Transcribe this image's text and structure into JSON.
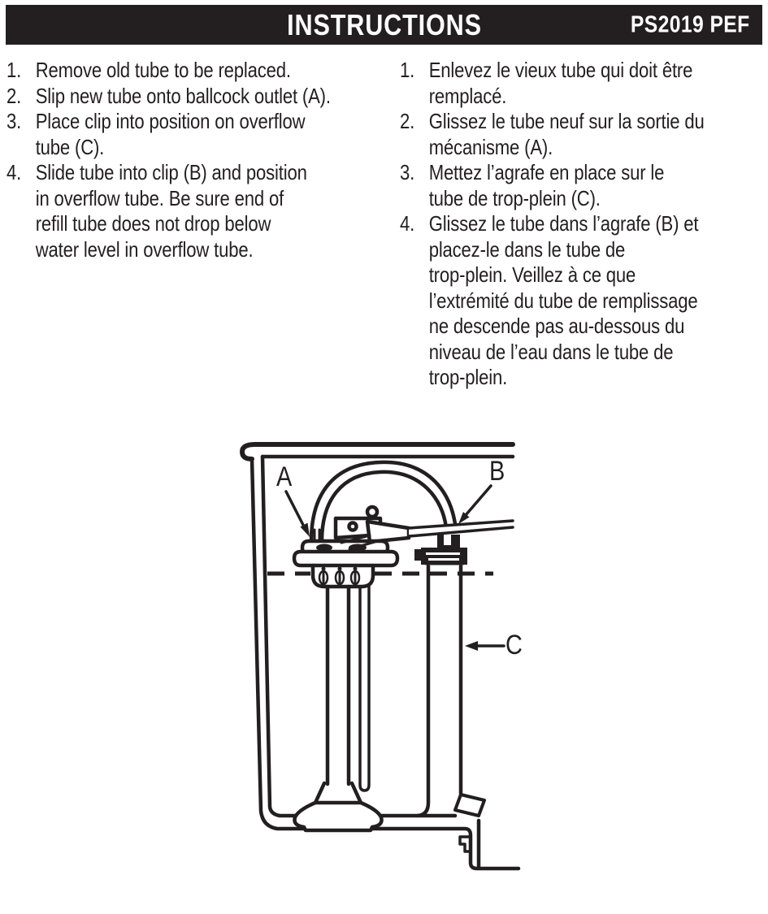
{
  "header": {
    "title": "INSTRUCTIONS",
    "model": "PS2019 PEF"
  },
  "instructions_en": [
    {
      "num": "1.",
      "text": "Remove old tube to be replaced."
    },
    {
      "num": "2.",
      "text": "Slip new tube onto ballcock outlet (A)."
    },
    {
      "num": "3.",
      "text": "Place clip into position on overflow\ntube (C)."
    },
    {
      "num": "4.",
      "text": "Slide tube into clip (B) and position\nin overflow tube. Be sure end of\nrefill tube does not drop below\nwater level in overflow tube."
    }
  ],
  "instructions_fr": [
    {
      "num": "1.",
      "text": "Enlevez le vieux tube qui doit être\nremplacé."
    },
    {
      "num": "2.",
      "text": "Glissez le tube neuf sur la sortie du\nmécanisme (A)."
    },
    {
      "num": "3.",
      "text": "Mettez l’agrafe en place sur le\ntube de trop-plein (C)."
    },
    {
      "num": "4.",
      "text": "Glissez le tube dans l’agrafe (B) et\nplacez-le dans le tube de\ntrop-plein. Veillez à ce que\nl’extrémité du tube de remplissage\nne descende pas au-dessous du\nniveau de l’eau dans le tube de\ntrop-plein."
    }
  ],
  "diagram": {
    "label_a": "A",
    "label_b": "B",
    "label_c": "C",
    "ink_color": "#231f20"
  }
}
